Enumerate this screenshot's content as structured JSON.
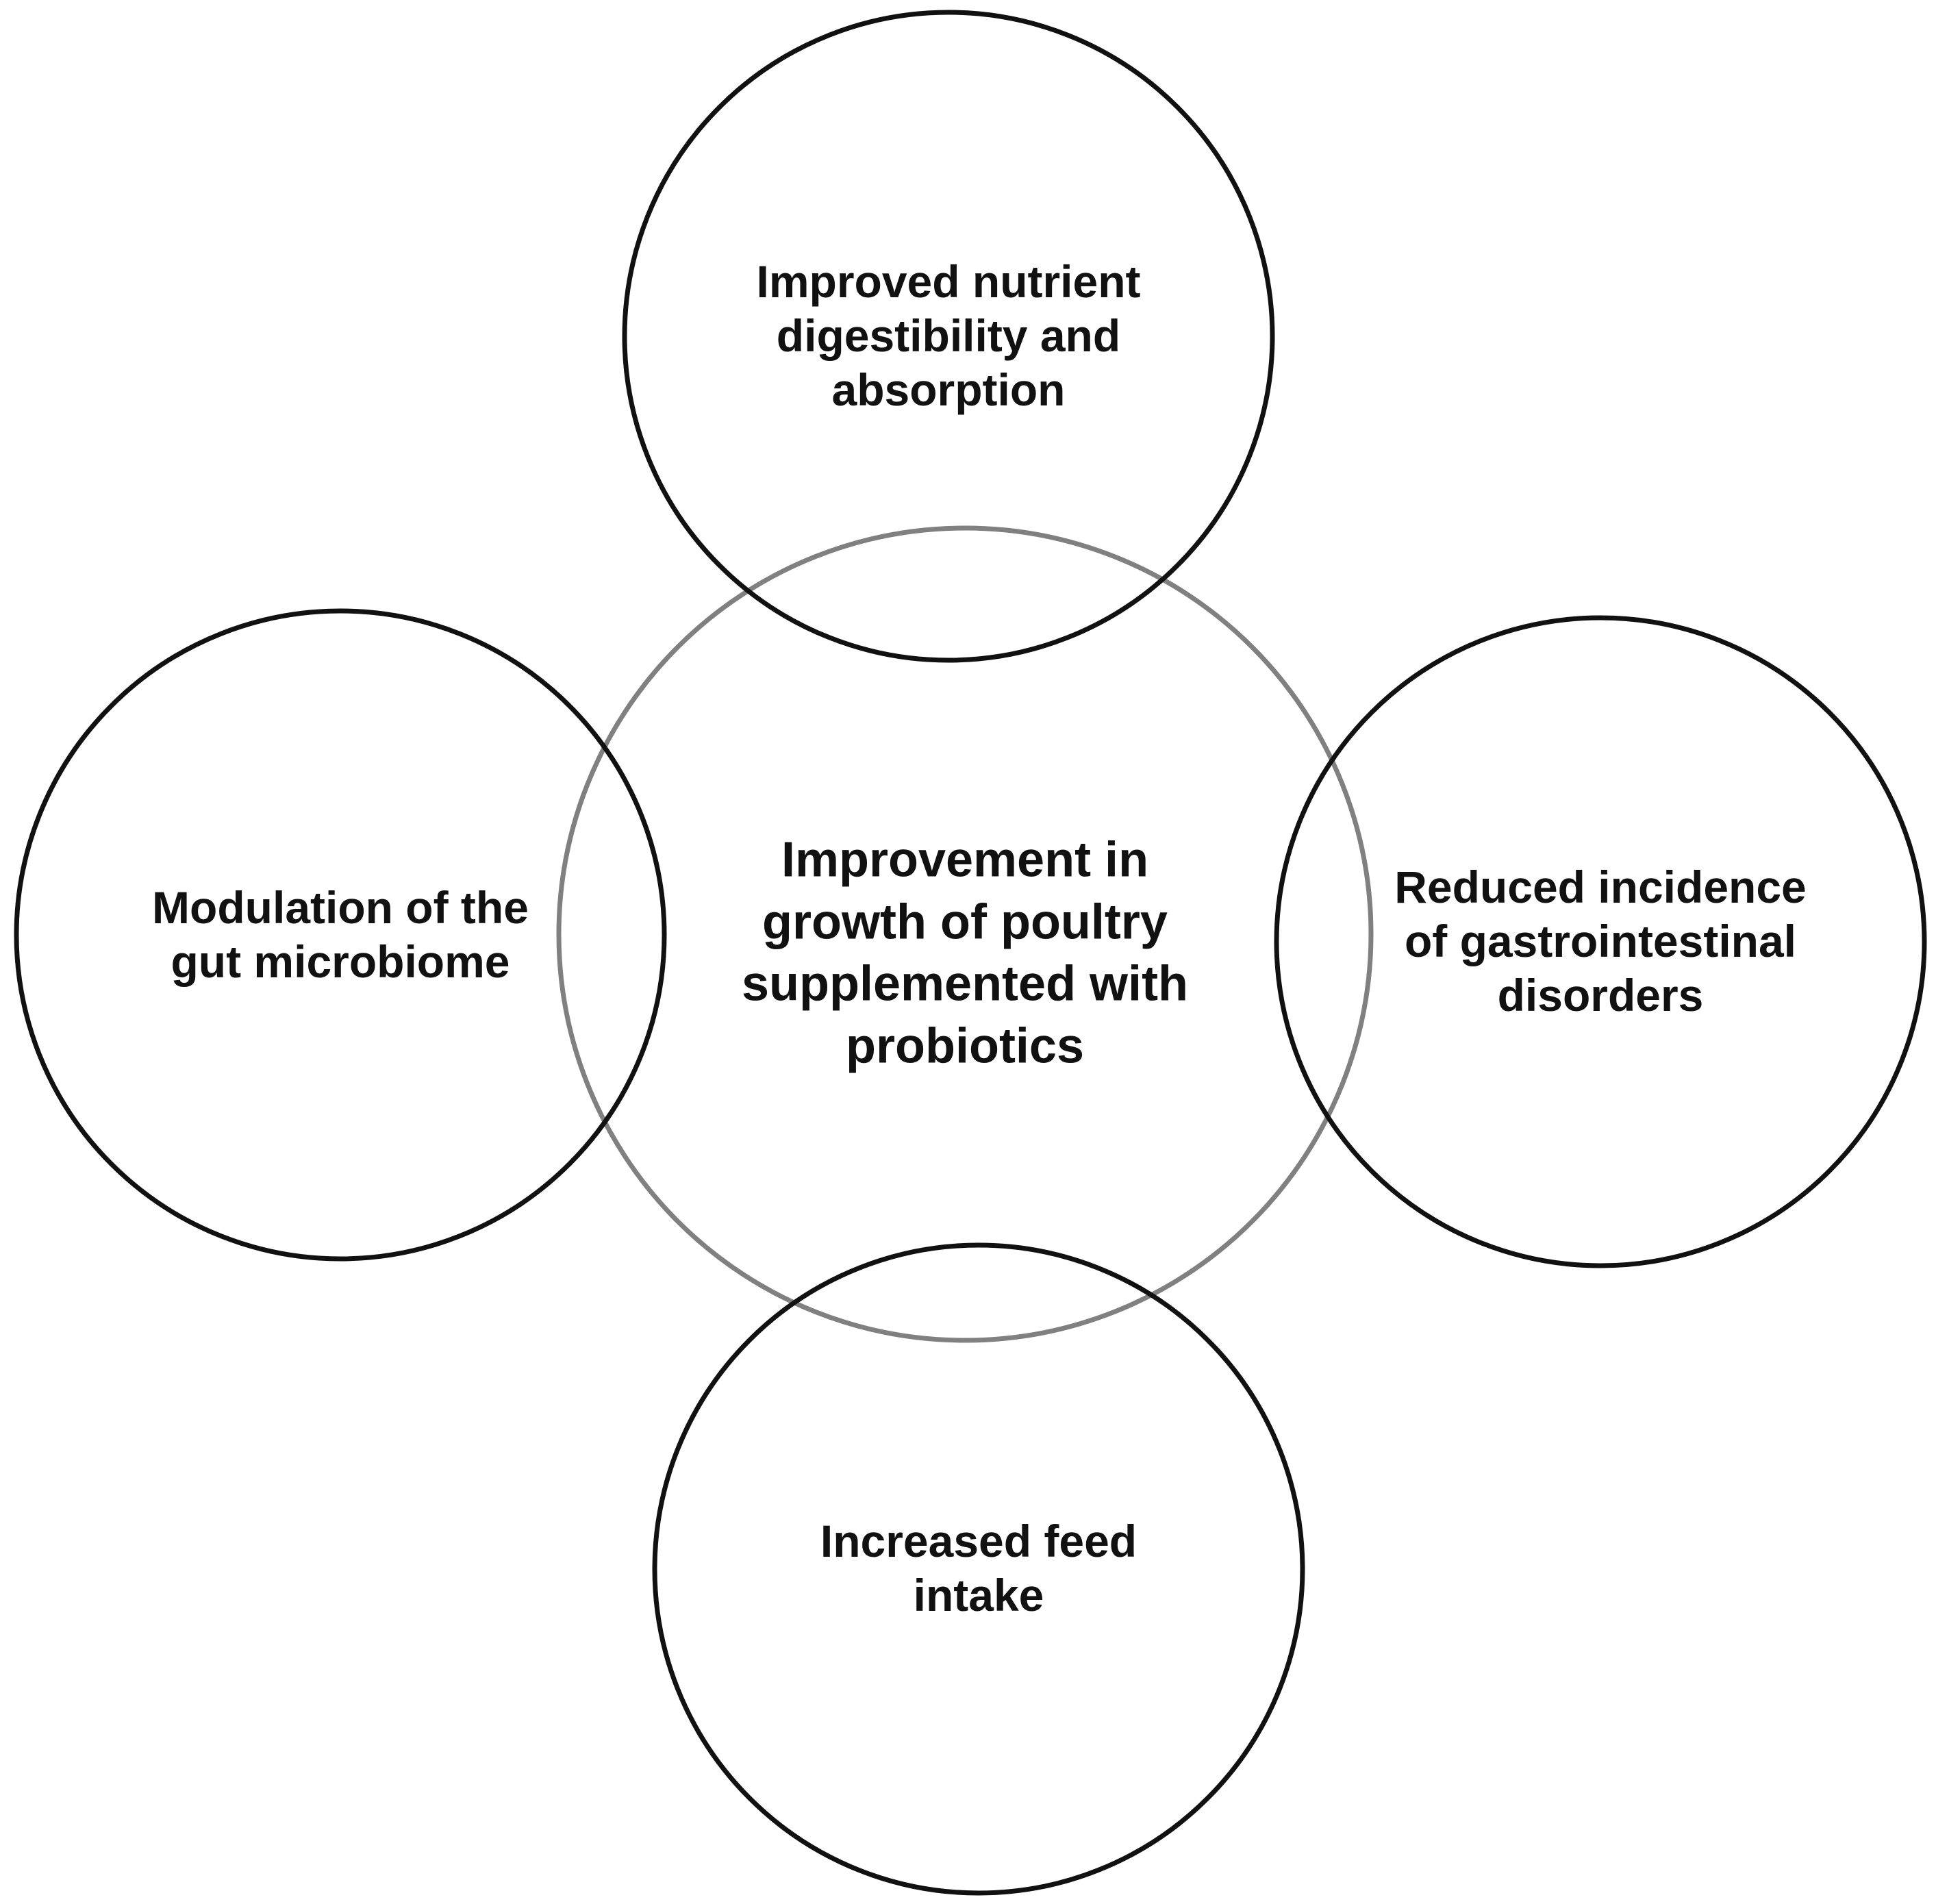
{
  "diagram": {
    "center": {
      "lines": [
        "Improvement in",
        "growth of poultry",
        "supplemented with",
        "probiotics"
      ],
      "stroke": "#808080"
    },
    "top": {
      "lines": [
        "Improved nutrient",
        "digestibility and",
        "absorption"
      ],
      "stroke": "#111111"
    },
    "left": {
      "lines": [
        "Modulation of the",
        "gut microbiome"
      ],
      "stroke": "#111111"
    },
    "right": {
      "lines": [
        "Reduced incidence",
        "of gastrointestinal",
        "disorders"
      ],
      "stroke": "#111111"
    },
    "bottom": {
      "lines": [
        "Increased feed",
        "intake"
      ],
      "stroke": "#111111"
    }
  }
}
